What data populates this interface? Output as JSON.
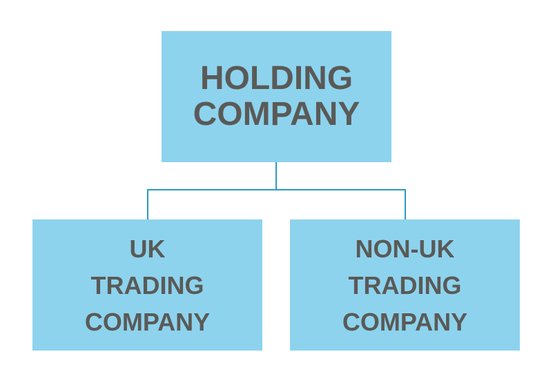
{
  "diagram": {
    "root": {
      "lines": [
        "HOLDING",
        "COMPANY"
      ]
    },
    "children": [
      {
        "lines": [
          "UK",
          "TRADING",
          "COMPANY"
        ]
      },
      {
        "lines": [
          "NON-UK",
          "TRADING",
          "COMPANY"
        ]
      }
    ],
    "colors": {
      "box_fill": "#8dd3ee",
      "text": "#5a5a57",
      "connector": "#2a9bc0",
      "background": "#ffffff"
    }
  }
}
